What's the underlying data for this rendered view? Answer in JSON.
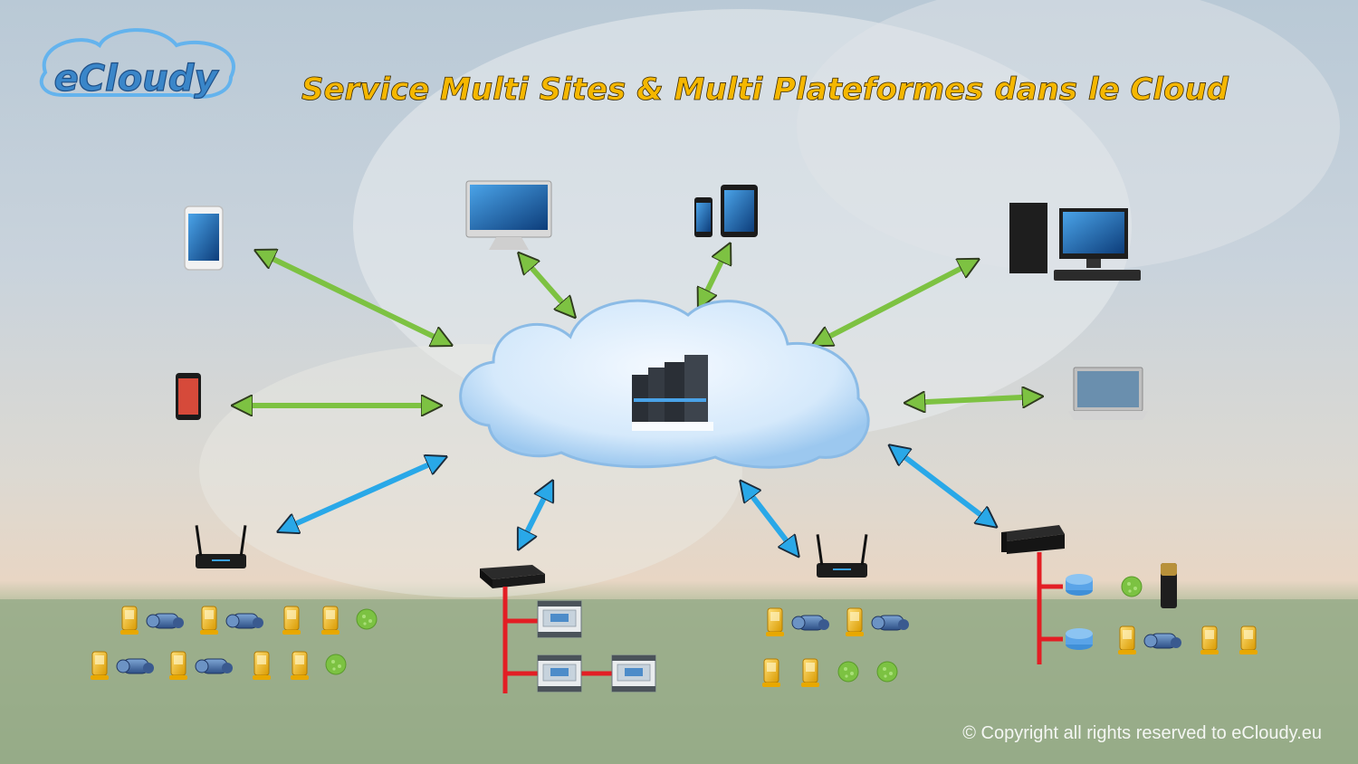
{
  "logo": {
    "text": "eCloudy"
  },
  "title": "Service Multi Sites & Multi Plateformes dans le Cloud",
  "copyright": "© Copyright all rights reserved to eCloudy.eu",
  "colors": {
    "client_link": "#7dc242",
    "site_link": "#29a8e8",
    "wiring": "#e31e24",
    "title_fill": "#f5b700",
    "cloud_fill": "#cfe6fb"
  },
  "icons": {
    "cloud": "cloud-icon",
    "server": "server-rack-icon",
    "client_devices": [
      "tablet-icon",
      "imac-icon",
      "phone-tablet-icon",
      "desktop-pc-icon",
      "smartphone-icon",
      "laptop-icon"
    ],
    "site_devices": [
      "router-icon",
      "gateway-box-icon",
      "din-controller-icon",
      "thermostat-sensor-icon",
      "valve-actuator-icon",
      "motion-sensor-icon",
      "access-point-icon",
      "smart-speaker-icon"
    ]
  }
}
